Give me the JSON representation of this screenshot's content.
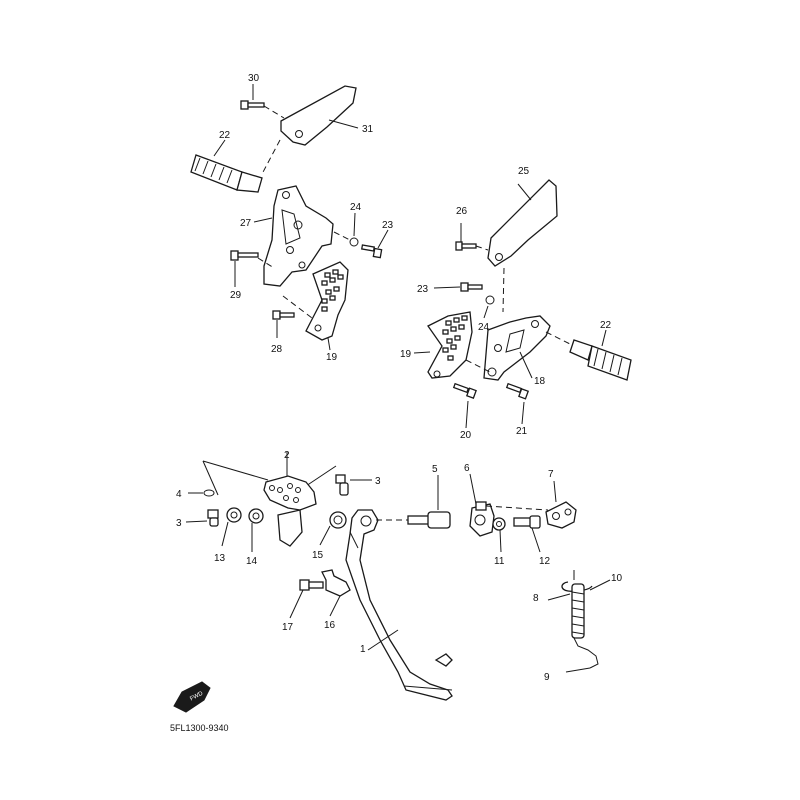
{
  "diagram": {
    "code": "5FL1300-9340",
    "fwd_badge": "FWD",
    "part_numbers": {
      "p30": "30",
      "p31": "31",
      "p22a": "22",
      "p27": "27",
      "p24a": "24",
      "p23a": "23",
      "p29": "29",
      "p28": "28",
      "p19a": "19",
      "p25": "25",
      "p26": "26",
      "p23b": "23",
      "p24b": "24",
      "p22b": "22",
      "p19b": "19",
      "p18": "18",
      "p20": "20",
      "p21": "21",
      "p2": "2",
      "p4": "4",
      "p3a": "3",
      "p3b": "3",
      "p13": "13",
      "p14": "14",
      "p15": "15",
      "p5": "5",
      "p6": "6",
      "p7": "7",
      "p11": "11",
      "p12": "12",
      "p10": "10",
      "p8": "8",
      "p9": "9",
      "p17": "17",
      "p16": "16",
      "p1": "1"
    }
  }
}
